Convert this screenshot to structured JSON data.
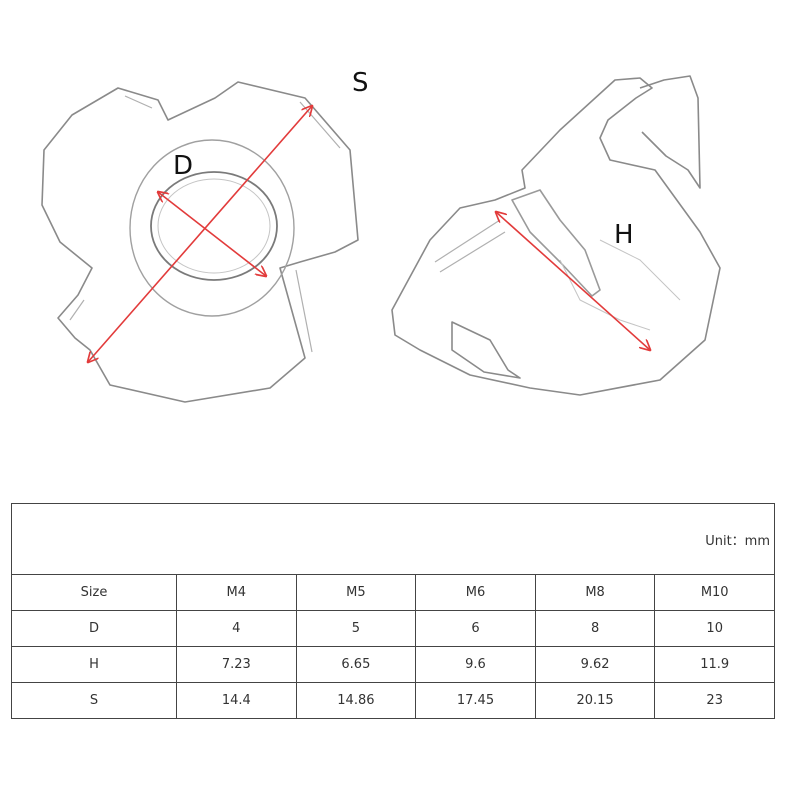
{
  "diagram": {
    "labels": {
      "s": "S",
      "d": "D",
      "h": "H"
    },
    "accent_color": "#e23b3b"
  },
  "table": {
    "unit": "Unit：mm",
    "header": [
      "Size",
      "M4",
      "M5",
      "M6",
      "M8",
      "M10"
    ],
    "rows": [
      [
        "D",
        "4",
        "5",
        "6",
        "8",
        "10"
      ],
      [
        "H",
        "7.23",
        "6.65",
        "9.6",
        "9.62",
        "11.9"
      ],
      [
        "S",
        "14.4",
        "14.86",
        "17.45",
        "20.15",
        "23"
      ]
    ]
  }
}
